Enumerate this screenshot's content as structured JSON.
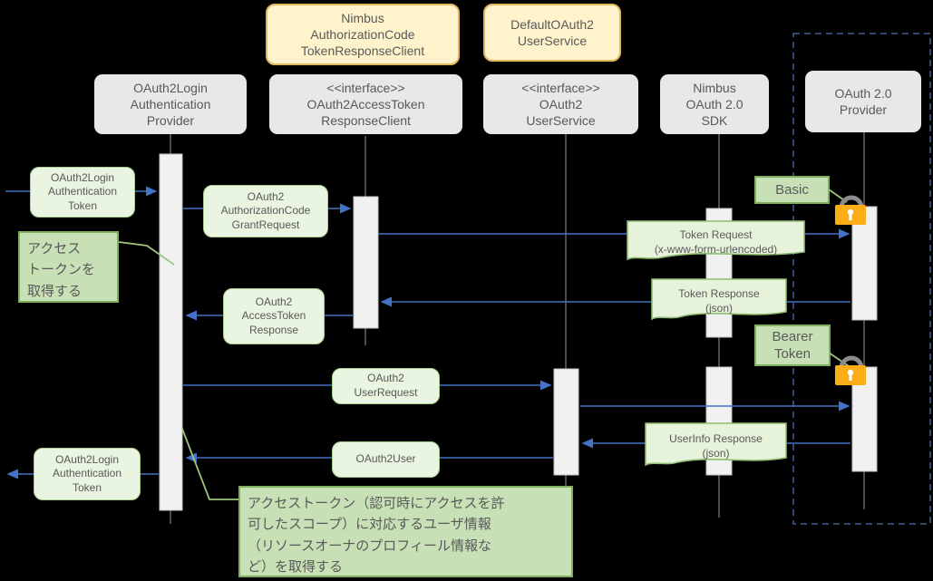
{
  "impl_notes": [
    {
      "label": "Nimbus\nAuthorizationCode\nTokenResponseClient"
    },
    {
      "label": "DefaultOAuth2\nUserService"
    }
  ],
  "lifelines": [
    {
      "label": "OAuth2Login\nAuthentication\nProvider"
    },
    {
      "label": "<<interface>>\nOAuth2AccessToken\nResponseClient"
    },
    {
      "label": "<<interface>>\nOAuth2\nUserService"
    },
    {
      "label": "Nimbus\nOAuth 2.0\nSDK"
    },
    {
      "label": "OAuth 2.0\nProvider"
    }
  ],
  "messages": {
    "auth_token_in": "OAuth2Login\nAuthentication\nToken",
    "grant_request": "OAuth2\nAuthorizationCode\nGrantRequest",
    "token_request": "Token Request\n(x-www-form-urlencoded)",
    "token_response": "Token Response\n(json)",
    "access_token_response": "OAuth2\nAccessToken\nResponse",
    "user_request": "OAuth2\nUserRequest",
    "userinfo_response": "UserInfo Response\n(json)",
    "oauth2_user": "OAuth2User",
    "auth_token_out": "OAuth2Login\nAuthentication\nToken"
  },
  "annotations": {
    "basic": "Basic",
    "bearer_token": "Bearer\nToken",
    "get_access_token": "アクセス\nトークンを\n取得する",
    "get_user_info": "アクセストークン（認可時にアクセスを許\n可したスコープ）に対応するユーザ情報\n（リソースオーナのプロフィール情報な\nど）を取得する"
  },
  "colors": {
    "arrow_blue": "#4472C4",
    "dashed_border_navy": "#3D5A97",
    "impl_note_yellow": "#FFF3CC",
    "impl_note_border": "#E0B75F",
    "message_green_light": "#E9F4E1",
    "annotation_green": "#C8E0B5",
    "annotation_green_border": "#7FAF5E",
    "lock_orange": "#FBAD18",
    "lock_shackle_gray": "#8C8C8C",
    "activation_bar_gray": "#F1F1F1",
    "lifeline_gray": "#7F7F7F",
    "text_gray": "#595959",
    "background": "#000000"
  }
}
